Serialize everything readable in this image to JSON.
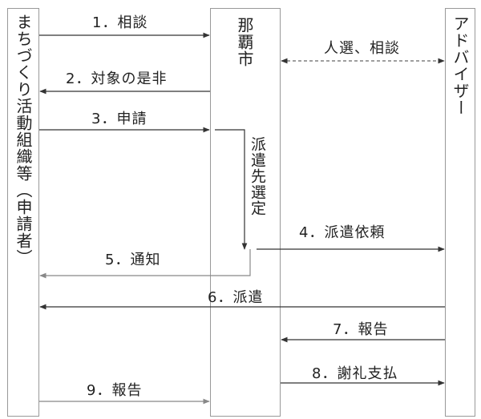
{
  "lanes": {
    "left": "まちづくり活動組織等（申請者）",
    "middle": "那覇市",
    "right": "アドバイザー"
  },
  "side_note": "派遣先選定",
  "messages": [
    {
      "label": "1．相談"
    },
    {
      "label": "2．対象の是非"
    },
    {
      "label": "3．申請"
    },
    {
      "label": "人選、相談"
    },
    {
      "label": "4．派遣依頼"
    },
    {
      "label": "5．通知"
    },
    {
      "label": "6．派遣"
    },
    {
      "label": "7．報告"
    },
    {
      "label": "8．謝礼支払"
    },
    {
      "label": "9．報告"
    }
  ],
  "colors": {
    "line_solid": "#333333",
    "line_light": "#888888",
    "dashed": "#666666",
    "border": "#999999"
  }
}
